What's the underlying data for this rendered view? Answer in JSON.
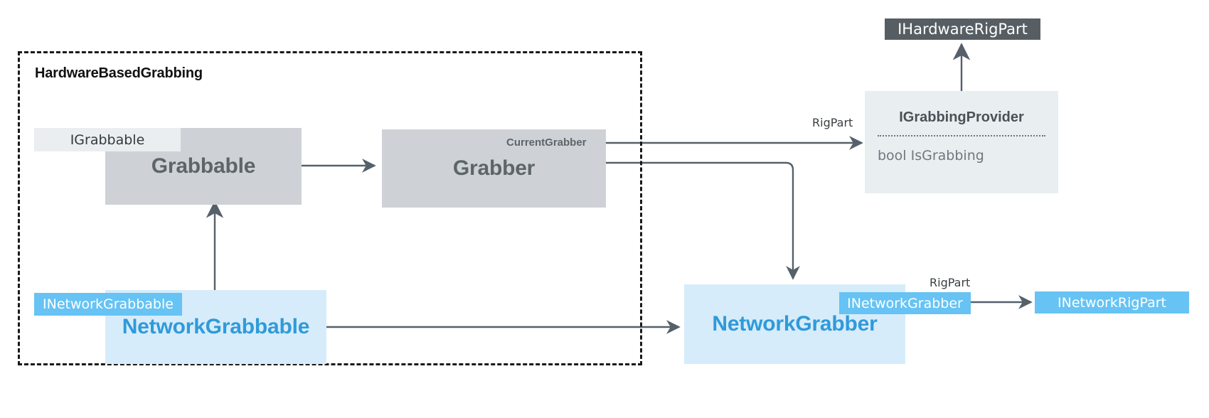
{
  "diagram": {
    "title": "HardwareBasedGrabbing",
    "package_label": "HardwareBasedGrabbing",
    "colors": {
      "gray_node": "#ced2d6",
      "gray_text": "#5d6569",
      "blue_node": "#d6ecfa",
      "blue_text": "#2f9ada",
      "badge_blue": "#66c3f4",
      "badge_light": "#eaeef0",
      "badge_dark": "#575e63",
      "iface_box": "#e9eef1",
      "edge": "#55606a",
      "package_border": "#1a1a1a"
    }
  },
  "nodes": {
    "grabbable": {
      "name": "Grabbable",
      "interface_badge": "IGrabbable"
    },
    "grabber": {
      "name": "Grabber",
      "association_label": "CurrentGrabber"
    },
    "network_grabbable": {
      "name": "NetworkGrabbable",
      "interface_badge": "INetworkGrabbable"
    },
    "network_grabber": {
      "name": "NetworkGrabber",
      "interface_badge": "INetworkGrabber"
    },
    "grabbing_provider": {
      "name": "IGrabbingProvider",
      "members": [
        "bool IsGrabbing"
      ],
      "member_0": "bool IsGrabbing"
    },
    "hardware_rig_part": {
      "name": "IHardwareRigPart"
    },
    "network_rig_part": {
      "name": "INetworkRigPart"
    }
  },
  "edges": {
    "grabbable_to_grabber": {
      "label": "",
      "type": "association"
    },
    "grabber_to_provider": {
      "label": "RigPart",
      "source_label": "CurrentGrabber",
      "type": "association"
    },
    "grabber_to_network_grabber": {
      "label": "",
      "type": "association"
    },
    "network_grabbable_to_network_grabber": {
      "label": "",
      "type": "association"
    },
    "network_grabbable_to_grabbable": {
      "label": "",
      "type": "inheritance"
    },
    "provider_to_hardware_rig_part": {
      "label": "",
      "type": "inheritance"
    },
    "network_grabber_to_network_rig_part": {
      "label": "RigPart",
      "type": "association"
    }
  },
  "labels": {
    "rigpart_top": "RigPart",
    "rigpart_bottom": "RigPart",
    "current_grabber": "CurrentGrabber"
  }
}
